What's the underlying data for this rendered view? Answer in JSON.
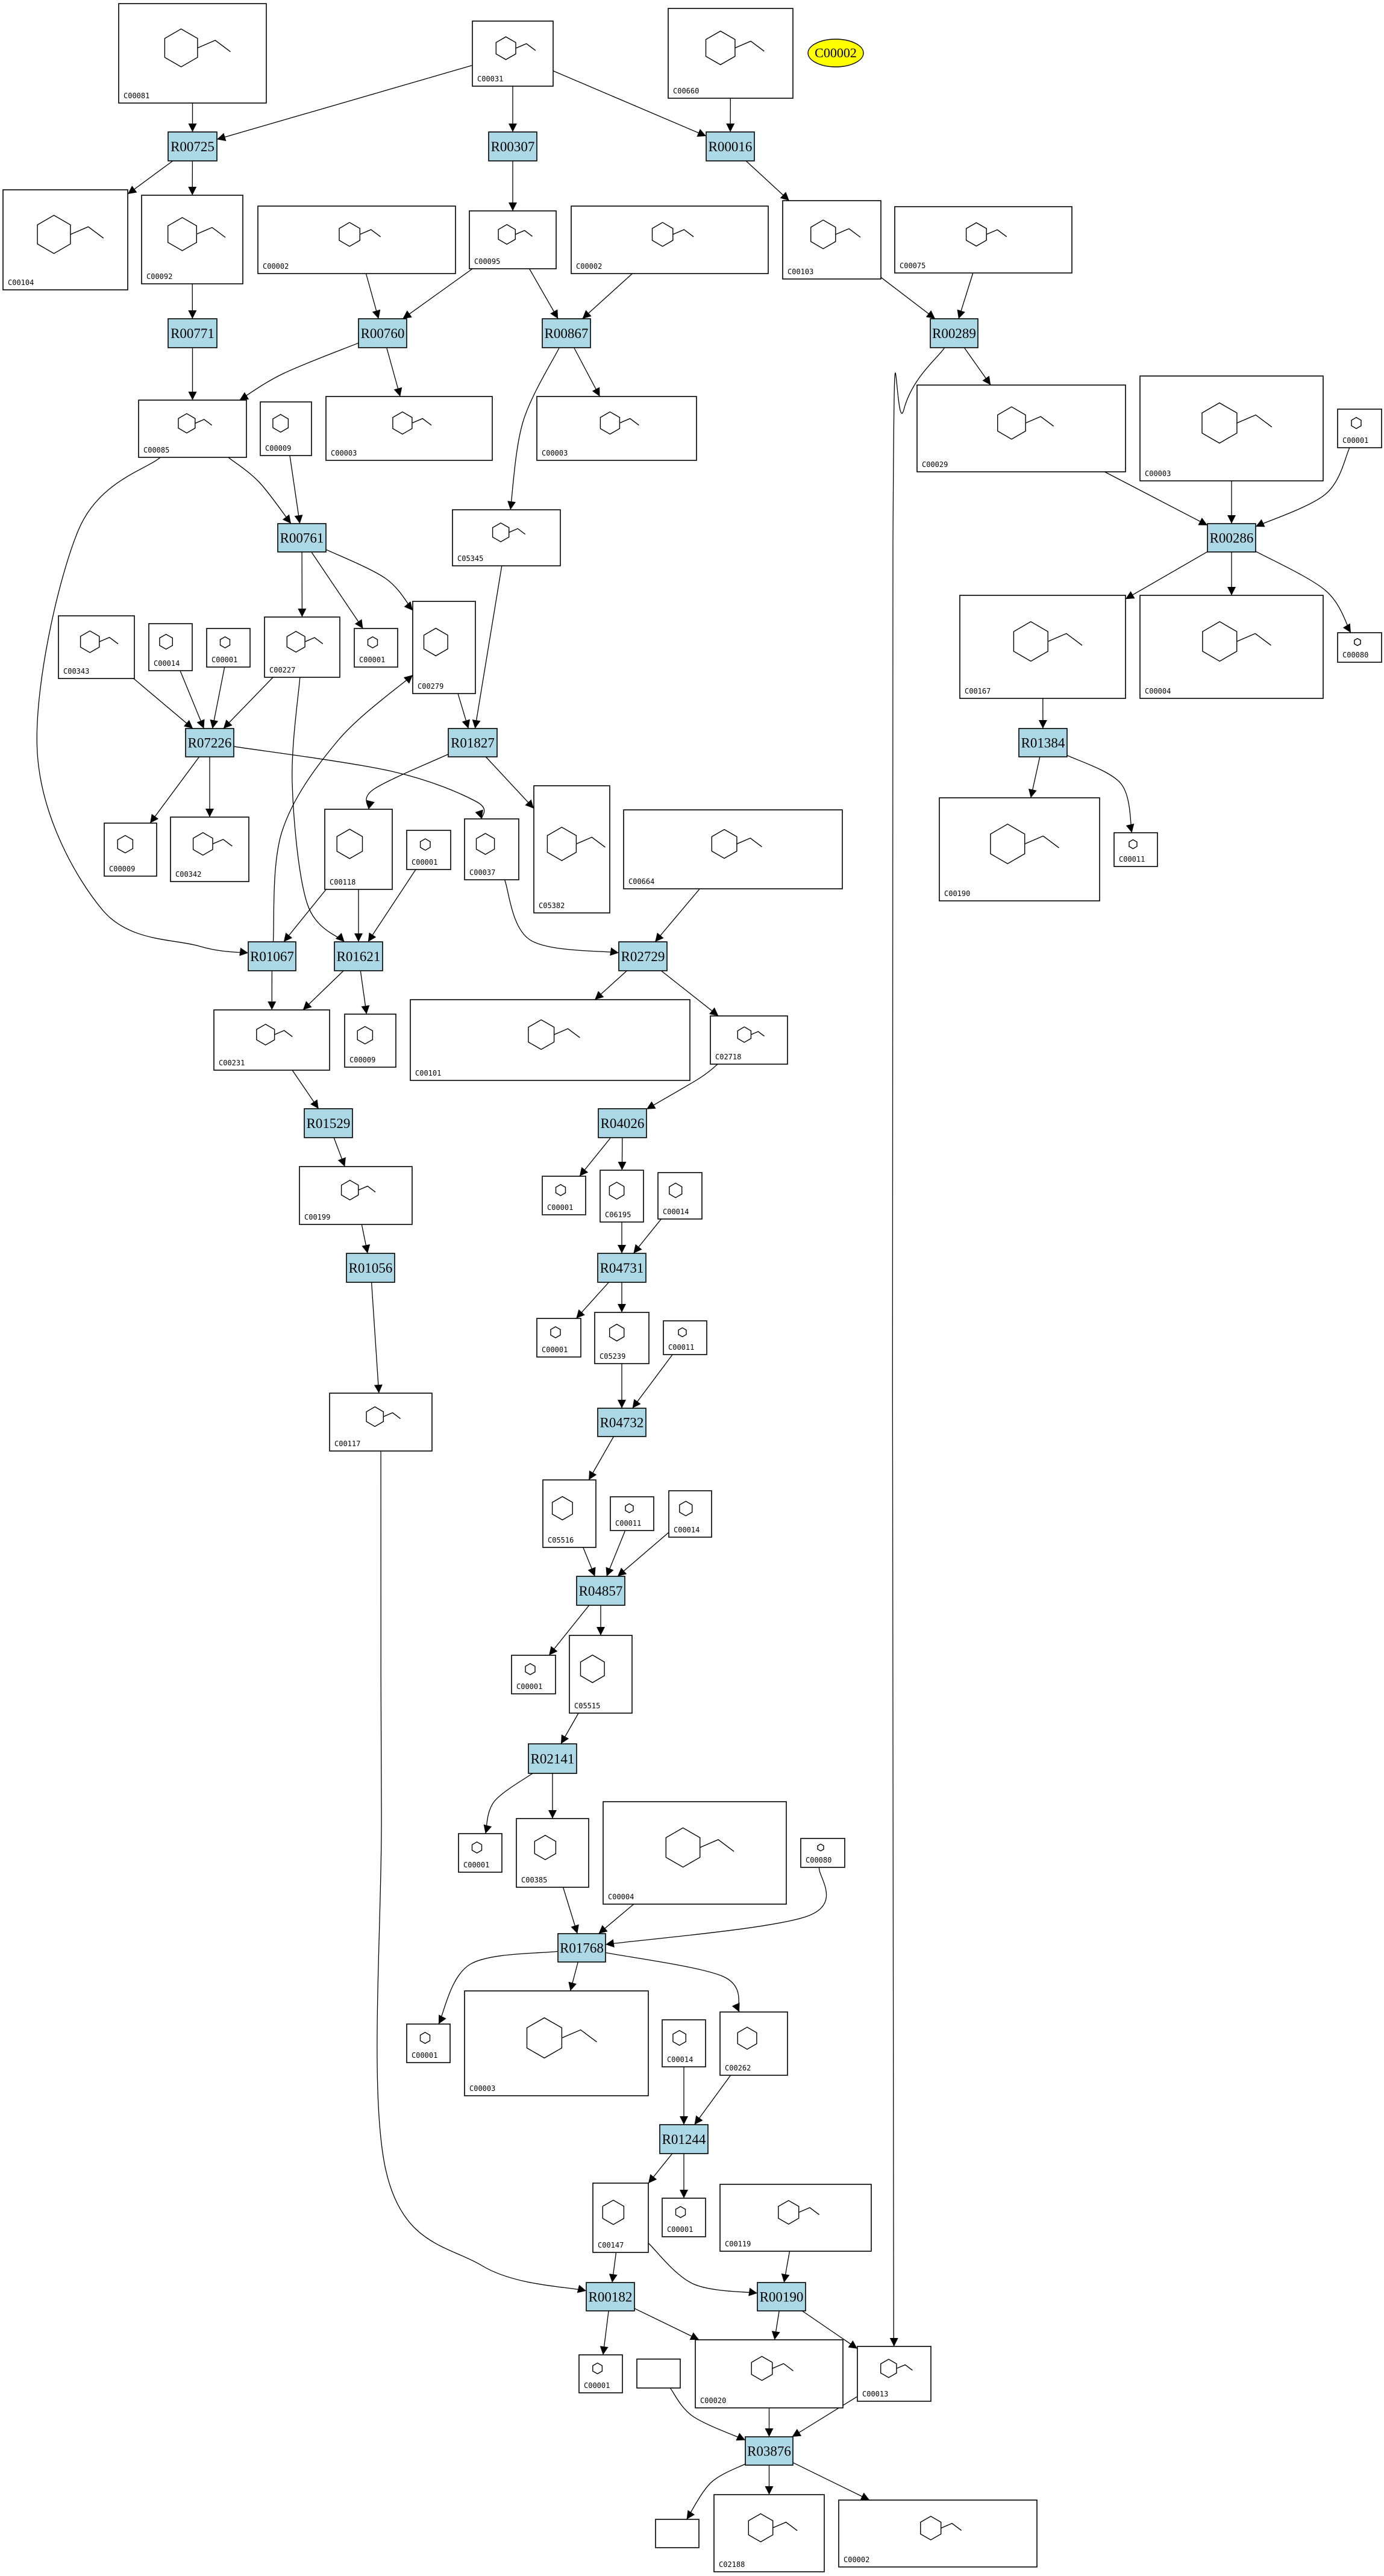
{
  "highlight": {
    "label": "C00002",
    "color": "#ffff00"
  },
  "colors": {
    "reaction_fill": "#add8e6",
    "compound_fill": "#ffffff",
    "stroke": "#000000"
  },
  "nodes": [
    {
      "label": "C00081"
    },
    {
      "label": "C00031"
    },
    {
      "label": "C00660"
    },
    {
      "label": "R00725"
    },
    {
      "label": "R00307"
    },
    {
      "label": "R00016"
    },
    {
      "label": "C00104"
    },
    {
      "label": "C00092"
    },
    {
      "label": "C00002"
    },
    {
      "label": "C00095"
    },
    {
      "label": "C00002"
    },
    {
      "label": "C00103"
    },
    {
      "label": "C00075"
    },
    {
      "label": "R00771"
    },
    {
      "label": "R00760"
    },
    {
      "label": "R00867"
    },
    {
      "label": "R00289"
    },
    {
      "label": "C00085"
    },
    {
      "label": "C00009"
    },
    {
      "label": "C00003"
    },
    {
      "label": "C00003"
    },
    {
      "label": "C00029"
    },
    {
      "label": "C00003"
    },
    {
      "label": "C00001"
    },
    {
      "label": "R00761"
    },
    {
      "label": "C05345"
    },
    {
      "label": "C00343"
    },
    {
      "label": "C00014"
    },
    {
      "label": "C00001"
    },
    {
      "label": "C00227"
    },
    {
      "label": "C00001"
    },
    {
      "label": "C00279"
    },
    {
      "label": "R00286"
    },
    {
      "label": "C00167"
    },
    {
      "label": "C00004"
    },
    {
      "label": "C00080"
    },
    {
      "label": "R07226"
    },
    {
      "label": "R01827"
    },
    {
      "label": "R01384"
    },
    {
      "label": "C00009"
    },
    {
      "label": "C00342"
    },
    {
      "label": "C00118"
    },
    {
      "label": "C00001"
    },
    {
      "label": "C00037"
    },
    {
      "label": "C05382"
    },
    {
      "label": "C00664"
    },
    {
      "label": "C00190"
    },
    {
      "label": "C00011"
    },
    {
      "label": "R01067"
    },
    {
      "label": "R01621"
    },
    {
      "label": "R02729"
    },
    {
      "label": "C00231"
    },
    {
      "label": "C00009"
    },
    {
      "label": "C00101"
    },
    {
      "label": "C02718"
    },
    {
      "label": "R01529"
    },
    {
      "label": "R04026"
    },
    {
      "label": "C00199"
    },
    {
      "label": "C00001"
    },
    {
      "label": "C06195"
    },
    {
      "label": "C00014"
    },
    {
      "label": "R01056"
    },
    {
      "label": "R04731"
    },
    {
      "label": "C00001"
    },
    {
      "label": "C05239"
    },
    {
      "label": "C00011"
    },
    {
      "label": "C00117"
    },
    {
      "label": "R04732"
    },
    {
      "label": "C05516"
    },
    {
      "label": "C00011"
    },
    {
      "label": "C00014"
    },
    {
      "label": "R04857"
    },
    {
      "label": "C00001"
    },
    {
      "label": "C05515"
    },
    {
      "label": "R02141"
    },
    {
      "label": "C00001"
    },
    {
      "label": "C00385"
    },
    {
      "label": "C00004"
    },
    {
      "label": "C00080"
    },
    {
      "label": "R01768"
    },
    {
      "label": "C00001"
    },
    {
      "label": "C00003"
    },
    {
      "label": "C00014"
    },
    {
      "label": "C00262"
    },
    {
      "label": "R01244"
    },
    {
      "label": "C00147"
    },
    {
      "label": "C00001"
    },
    {
      "label": "C00119"
    },
    {
      "label": "R00182"
    },
    {
      "label": "R00190"
    },
    {
      "label": "C00001"
    },
    {
      "label": ""
    },
    {
      "label": "C00020"
    },
    {
      "label": "C00013"
    },
    {
      "label": "R03876"
    },
    {
      "label": ""
    },
    {
      "label": "C02188"
    },
    {
      "label": "C00002"
    }
  ],
  "edges": [
    [
      0,
      3
    ],
    [
      1,
      3
    ],
    [
      1,
      4
    ],
    [
      1,
      5
    ],
    [
      2,
      5
    ],
    [
      3,
      6
    ],
    [
      3,
      7
    ],
    [
      4,
      9
    ],
    [
      5,
      11
    ],
    [
      7,
      13
    ],
    [
      8,
      14
    ],
    [
      9,
      14
    ],
    [
      9,
      15
    ],
    [
      10,
      15
    ],
    [
      11,
      16
    ],
    [
      12,
      16
    ],
    [
      13,
      17
    ],
    [
      14,
      17
    ],
    [
      14,
      19
    ],
    [
      15,
      20
    ],
    [
      15,
      25
    ],
    [
      16,
      21
    ],
    [
      16,
      93
    ],
    [
      17,
      24
    ],
    [
      18,
      24
    ],
    [
      17,
      48
    ],
    [
      21,
      32
    ],
    [
      22,
      32
    ],
    [
      23,
      32
    ],
    [
      24,
      29
    ],
    [
      24,
      30
    ],
    [
      24,
      31
    ],
    [
      26,
      36
    ],
    [
      27,
      36
    ],
    [
      28,
      36
    ],
    [
      29,
      36
    ],
    [
      29,
      49
    ],
    [
      31,
      37
    ],
    [
      25,
      37
    ],
    [
      32,
      33
    ],
    [
      32,
      34
    ],
    [
      32,
      35
    ],
    [
      36,
      39
    ],
    [
      36,
      40
    ],
    [
      36,
      43
    ],
    [
      37,
      41
    ],
    [
      37,
      44
    ],
    [
      33,
      38
    ],
    [
      38,
      46
    ],
    [
      38,
      47
    ],
    [
      41,
      48
    ],
    [
      41,
      49
    ],
    [
      42,
      49
    ],
    [
      48,
      31
    ],
    [
      43,
      50
    ],
    [
      45,
      50
    ],
    [
      48,
      51
    ],
    [
      49,
      51
    ],
    [
      49,
      52
    ],
    [
      50,
      53
    ],
    [
      50,
      54
    ],
    [
      51,
      55
    ],
    [
      55,
      57
    ],
    [
      54,
      56
    ],
    [
      56,
      58
    ],
    [
      56,
      59
    ],
    [
      59,
      62
    ],
    [
      60,
      62
    ],
    [
      57,
      61
    ],
    [
      61,
      66
    ],
    [
      62,
      63
    ],
    [
      62,
      64
    ],
    [
      64,
      67
    ],
    [
      65,
      67
    ],
    [
      67,
      68
    ],
    [
      68,
      71
    ],
    [
      69,
      71
    ],
    [
      70,
      71
    ],
    [
      71,
      72
    ],
    [
      71,
      73
    ],
    [
      73,
      74
    ],
    [
      74,
      75
    ],
    [
      74,
      76
    ],
    [
      76,
      79
    ],
    [
      77,
      79
    ],
    [
      78,
      79
    ],
    [
      79,
      80
    ],
    [
      79,
      81
    ],
    [
      79,
      83
    ],
    [
      82,
      84
    ],
    [
      83,
      84
    ],
    [
      84,
      85
    ],
    [
      84,
      86
    ],
    [
      66,
      88
    ],
    [
      85,
      88
    ],
    [
      85,
      89
    ],
    [
      87,
      89
    ],
    [
      88,
      90
    ],
    [
      88,
      92
    ],
    [
      89,
      92
    ],
    [
      89,
      93
    ],
    [
      91,
      94
    ],
    [
      92,
      94
    ],
    [
      93,
      94
    ],
    [
      94,
      95
    ],
    [
      94,
      96
    ],
    [
      94,
      97
    ]
  ]
}
